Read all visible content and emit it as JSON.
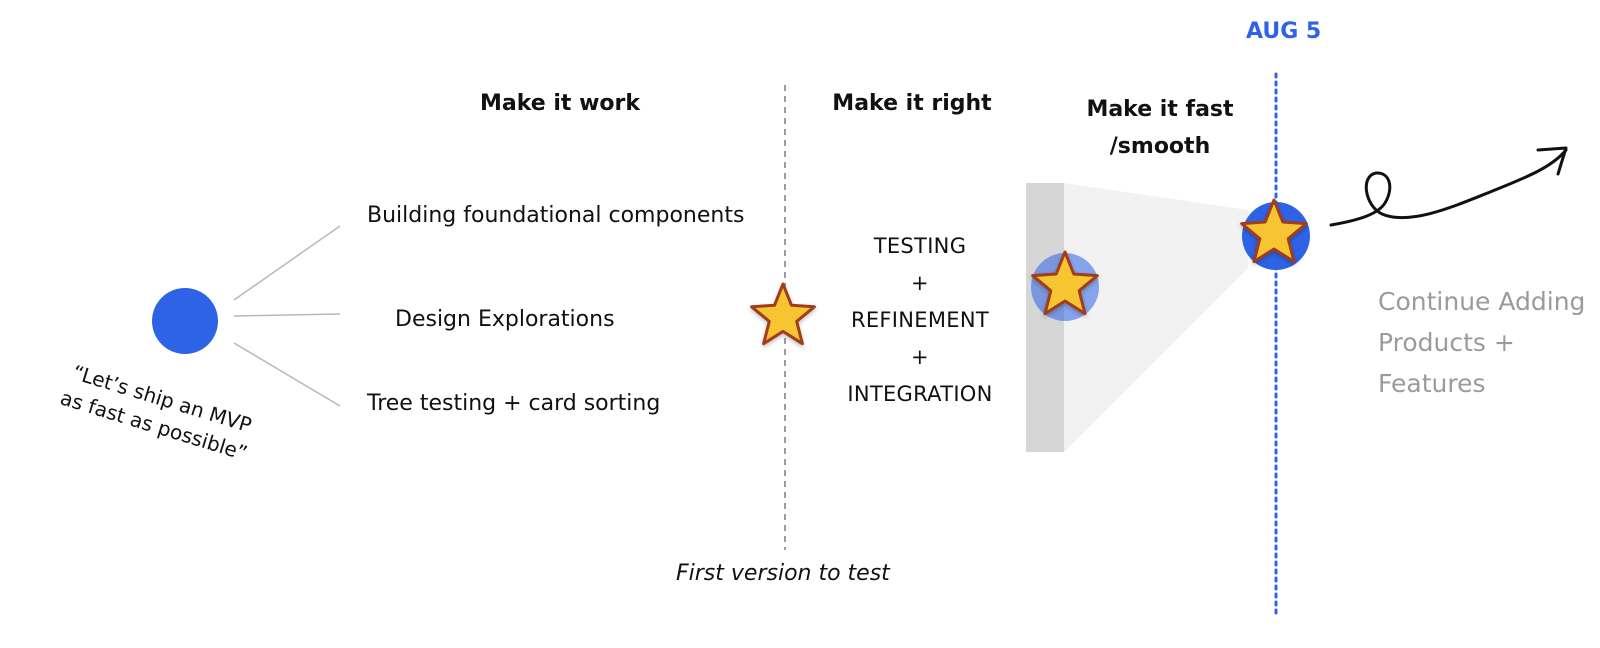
{
  "date_marker": {
    "label": "AUG 5",
    "color": "#2f63e6"
  },
  "phases": [
    {
      "title": "Make it work"
    },
    {
      "title": "Make it right"
    },
    {
      "title": "Make it fast\n/smooth"
    }
  ],
  "start": {
    "quote": "“Let’s ship an MVP\nas fast as possible”",
    "node_color": "#2f63e6"
  },
  "work_items": [
    "Building foundational components",
    "Design Explorations",
    "Tree testing + card sorting"
  ],
  "right_phase_text": [
    "TESTING",
    "+",
    "REFINEMENT",
    "+",
    "INTEGRATION"
  ],
  "milestone_caption": "First version to test",
  "continue_text": "Continue Adding Products + Features",
  "colors": {
    "star_fill": "#f7c531",
    "star_stroke": "#a23c1a",
    "muted_text": "#9b9b9b",
    "connector": "#b8b8b8",
    "panel": "#d6d6d6"
  }
}
